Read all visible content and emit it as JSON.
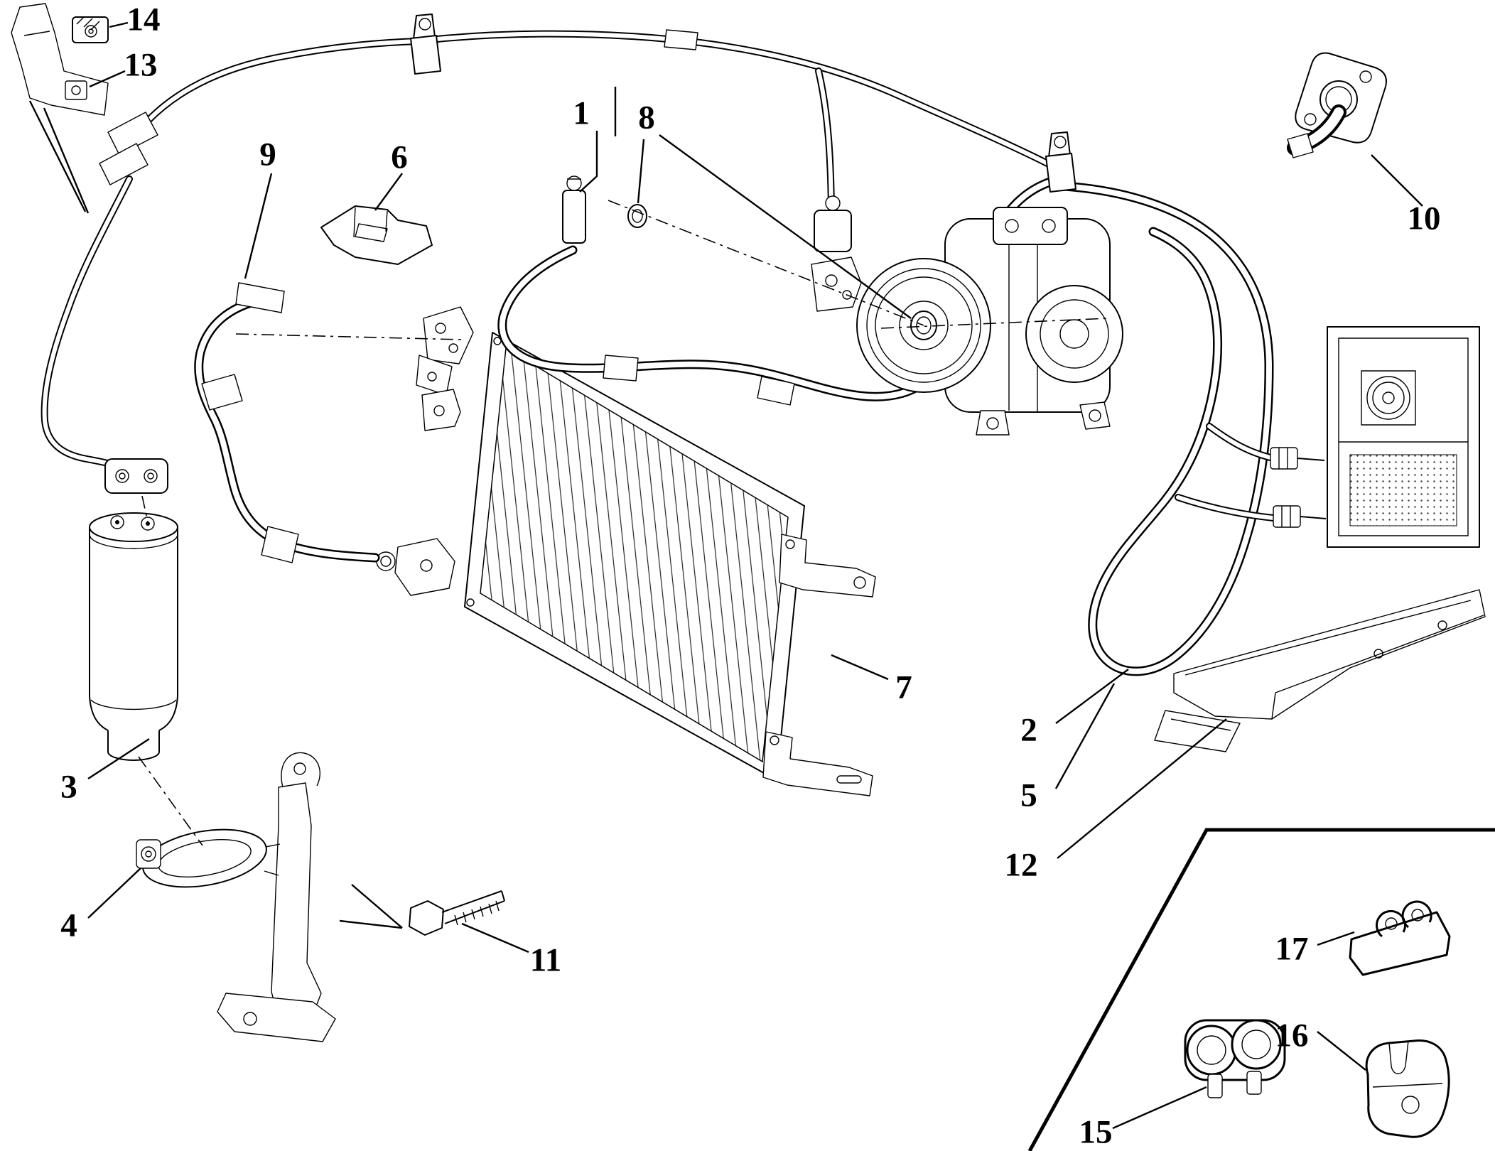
{
  "page": {
    "background": "#ffffff",
    "line_color": "#000000"
  },
  "diagram": {
    "kind": "exploded-parts-diagram",
    "callouts": [
      {
        "id": 1,
        "label": "1"
      },
      {
        "id": 2,
        "label": "2"
      },
      {
        "id": 3,
        "label": "3"
      },
      {
        "id": 4,
        "label": "4"
      },
      {
        "id": 5,
        "label": "5"
      },
      {
        "id": 6,
        "label": "6"
      },
      {
        "id": 7,
        "label": "7"
      },
      {
        "id": 8,
        "label": "8"
      },
      {
        "id": 9,
        "label": "9"
      },
      {
        "id": 10,
        "label": "10"
      },
      {
        "id": 11,
        "label": "11"
      },
      {
        "id": 12,
        "label": "12"
      },
      {
        "id": 13,
        "label": "13"
      },
      {
        "id": 14,
        "label": "14"
      },
      {
        "id": 15,
        "label": "15"
      },
      {
        "id": 16,
        "label": "16"
      },
      {
        "id": 17,
        "label": "17"
      }
    ]
  }
}
